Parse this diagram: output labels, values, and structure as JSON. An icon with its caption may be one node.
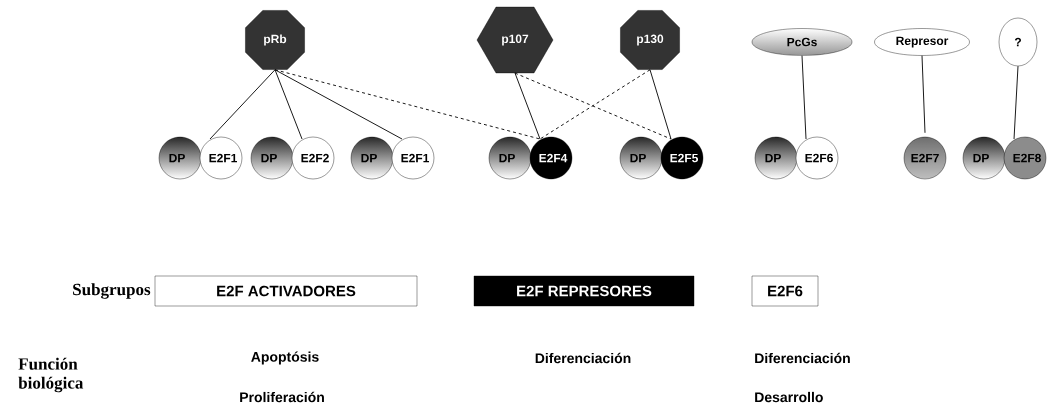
{
  "diagram": {
    "nodes": [
      {
        "text": [
          "pRb"
        ]
      },
      {
        "text": [
          "p107"
        ]
      },
      {
        "text": [
          "p130"
        ]
      },
      {
        "text": [
          "PcGs"
        ]
      },
      {
        "text": [
          "Represor"
        ]
      },
      {
        "text": [
          "?"
        ]
      },
      {
        "text": [
          "DP"
        ]
      },
      {
        "text": [
          "E2F1"
        ]
      },
      {
        "text": [
          "DP"
        ]
      },
      {
        "text": [
          "E2F2"
        ]
      },
      {
        "text": [
          "DP"
        ]
      },
      {
        "text": [
          "E2F1"
        ]
      },
      {
        "text": [
          "DP"
        ]
      },
      {
        "text": [
          "E2F4"
        ]
      },
      {
        "text": [
          "DP"
        ]
      },
      {
        "text": [
          "E2F5"
        ]
      },
      {
        "text": [
          "DP"
        ]
      },
      {
        "text": [
          "E2F6"
        ]
      },
      {
        "text": [
          "E2F7"
        ]
      },
      {
        "text": [
          "DP"
        ]
      },
      {
        "text": [
          "E2F8"
        ]
      },
      {
        "text": [
          "E2F ACTIVADORES"
        ]
      },
      {
        "text": [
          "E2F REPRESORES"
        ]
      },
      {
        "text": [
          "E2F6"
        ]
      }
    ],
    "edges": [
      {
        "from": 0,
        "to": 7,
        "arrow": "none"
      },
      {
        "from": 0,
        "to": 9,
        "arrow": "none"
      },
      {
        "from": 0,
        "to": 11,
        "arrow": "none"
      },
      {
        "from": 0,
        "to": 13,
        "arrow": "none",
        "style": "dashed"
      },
      {
        "from": 1,
        "to": 13,
        "arrow": "none"
      },
      {
        "from": 1,
        "to": 15,
        "arrow": "none",
        "style": "dashed"
      },
      {
        "from": 2,
        "to": 13,
        "arrow": "none",
        "style": "dashed"
      },
      {
        "from": 2,
        "to": 15,
        "arrow": "none"
      },
      {
        "from": 3,
        "to": 17,
        "arrow": "none"
      },
      {
        "from": 4,
        "to": 18,
        "arrow": "none"
      },
      {
        "from": 5,
        "to": 20,
        "arrow": "none"
      }
    ],
    "labels": [
      "Subgrupos",
      "Función biológica",
      "Apoptósis",
      "Proliferación",
      "Diferenciación",
      "Diferenciación",
      "Desarrollo"
    ]
  }
}
